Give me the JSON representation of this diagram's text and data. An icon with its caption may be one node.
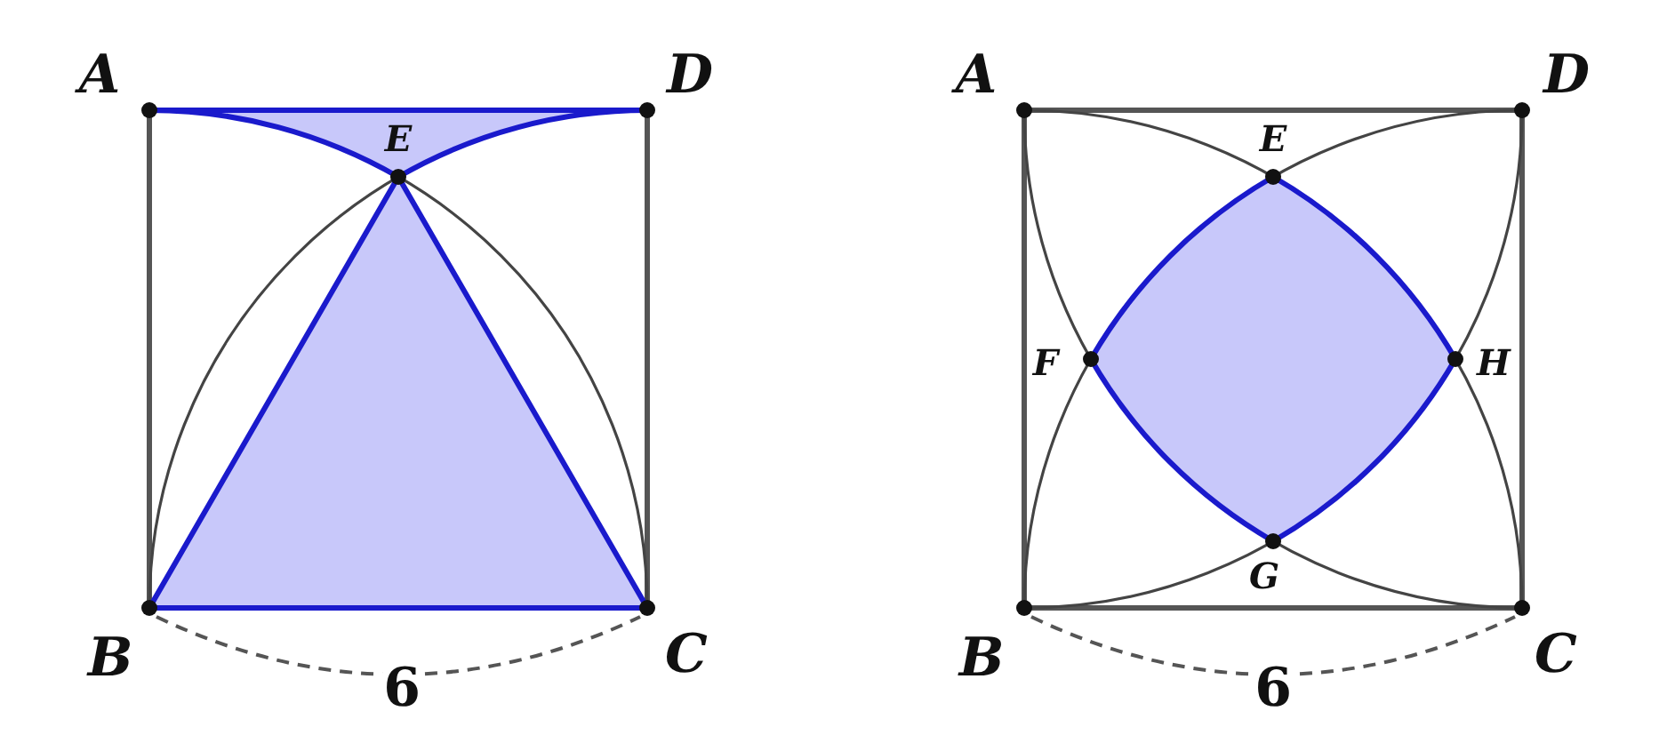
{
  "diagram": {
    "labels": [
      "A",
      "D",
      "E",
      "B",
      "C",
      "6",
      "A",
      "D",
      "E",
      "F",
      "H",
      "G",
      "B",
      "C",
      "6"
    ]
  }
}
